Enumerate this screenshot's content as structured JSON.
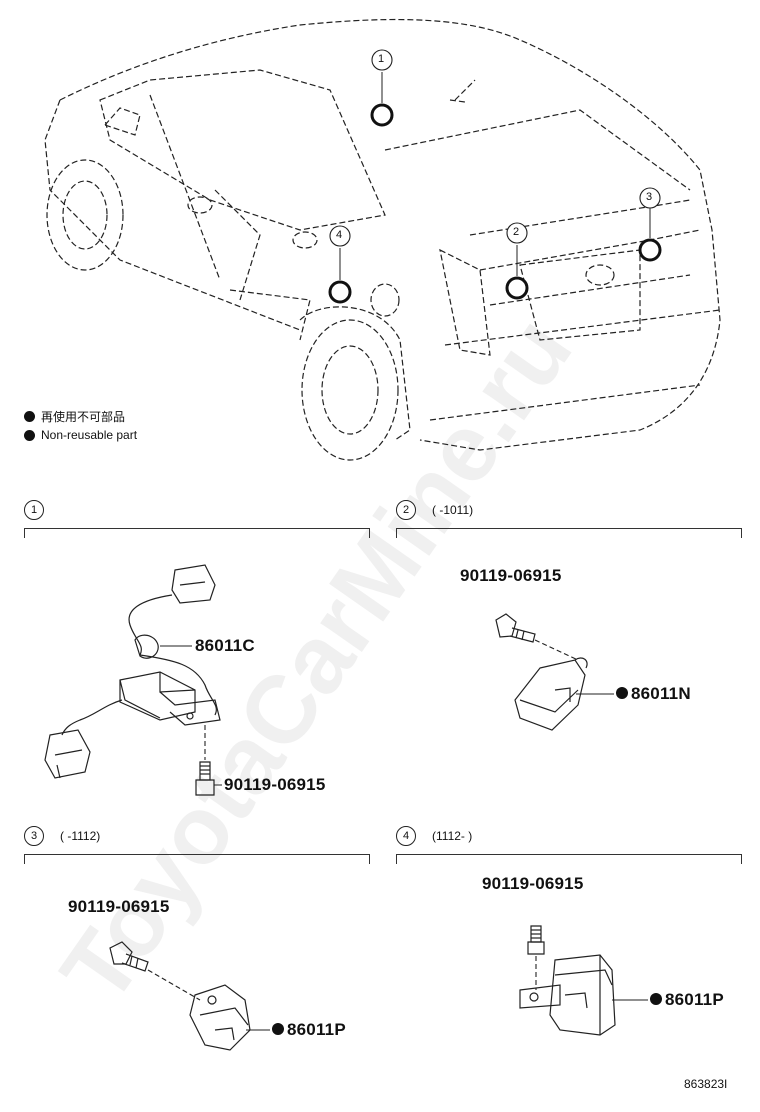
{
  "legend": [
    {
      "text": "再使用不可部品"
    },
    {
      "text": "Non-reusable part"
    }
  ],
  "car_callouts": [
    "1",
    "2",
    "3",
    "4"
  ],
  "sections": [
    {
      "num": "1",
      "note": ""
    },
    {
      "num": "2",
      "note": "(      -1011)"
    },
    {
      "num": "3",
      "note": "(      -1112)"
    },
    {
      "num": "4",
      "note": "(1112-      )"
    }
  ],
  "parts": {
    "s1_sensor": "86011C",
    "s1_bolt": "90119-06915",
    "s2_bolt": "90119-06915",
    "s2_sensor": "86011N",
    "s3_bolt": "90119-06915",
    "s3_sensor": "86011P",
    "s4_bolt": "90119-06915",
    "s4_sensor": "86011P"
  },
  "ref_number": "863823I",
  "watermark": "ToyotaCarMine.ru"
}
